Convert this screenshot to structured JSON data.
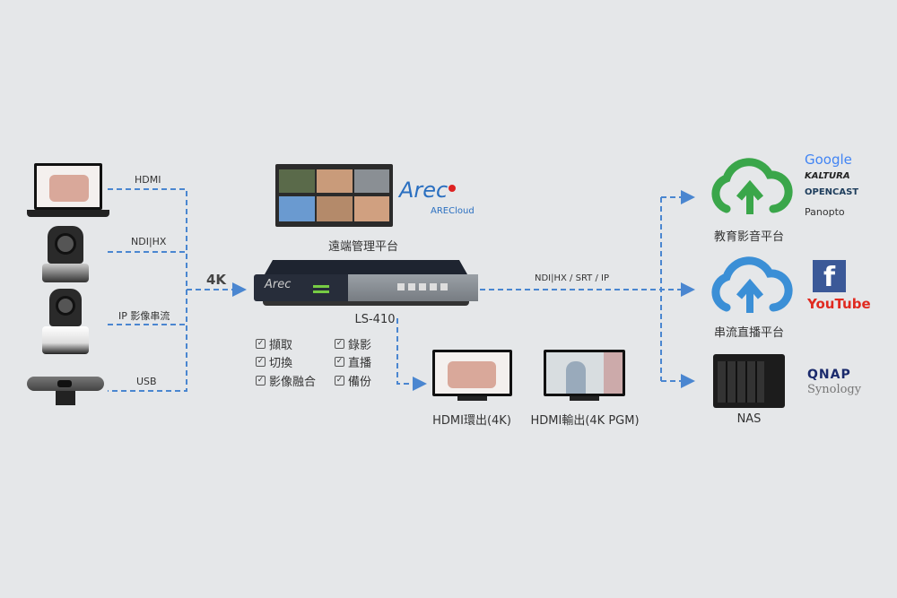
{
  "inputs": [
    {
      "label": "HDMI",
      "device": "laptop"
    },
    {
      "label": "NDI|HX",
      "device": "ptz-camera-black"
    },
    {
      "label": "IP 影像串流",
      "device": "ptz-camera-white"
    },
    {
      "label": "USB",
      "device": "usb-camera"
    }
  ],
  "resolution_label": "4K",
  "cloud": {
    "title": "遠端管理平台",
    "brand": "ARECloud",
    "logo_text": "Arec"
  },
  "device": {
    "model": "LS-410",
    "logo_text": "Arec"
  },
  "features": [
    "擷取",
    "切換",
    "影像融合",
    "錄影",
    "直播",
    "備份"
  ],
  "outputs": {
    "hdmi_loop": "HDMI環出(4K)",
    "hdmi_out": "HDMI輸出(4K PGM)"
  },
  "network_label": "NDI|HX / SRT / IP",
  "destinations": [
    {
      "title": "教育影音平台",
      "color": "#3aa64a",
      "logos": [
        "Google",
        "KALTURA",
        "OPENCAST",
        "Panopto"
      ]
    },
    {
      "title": "串流直播平台",
      "color": "#3b8fd6",
      "logos": [
        "f",
        "YouTube"
      ]
    },
    {
      "title": "NAS",
      "logos": [
        "QNAP",
        "Synology"
      ]
    }
  ],
  "colors": {
    "line": "#4a86d0",
    "background": "#e5e7e9"
  }
}
